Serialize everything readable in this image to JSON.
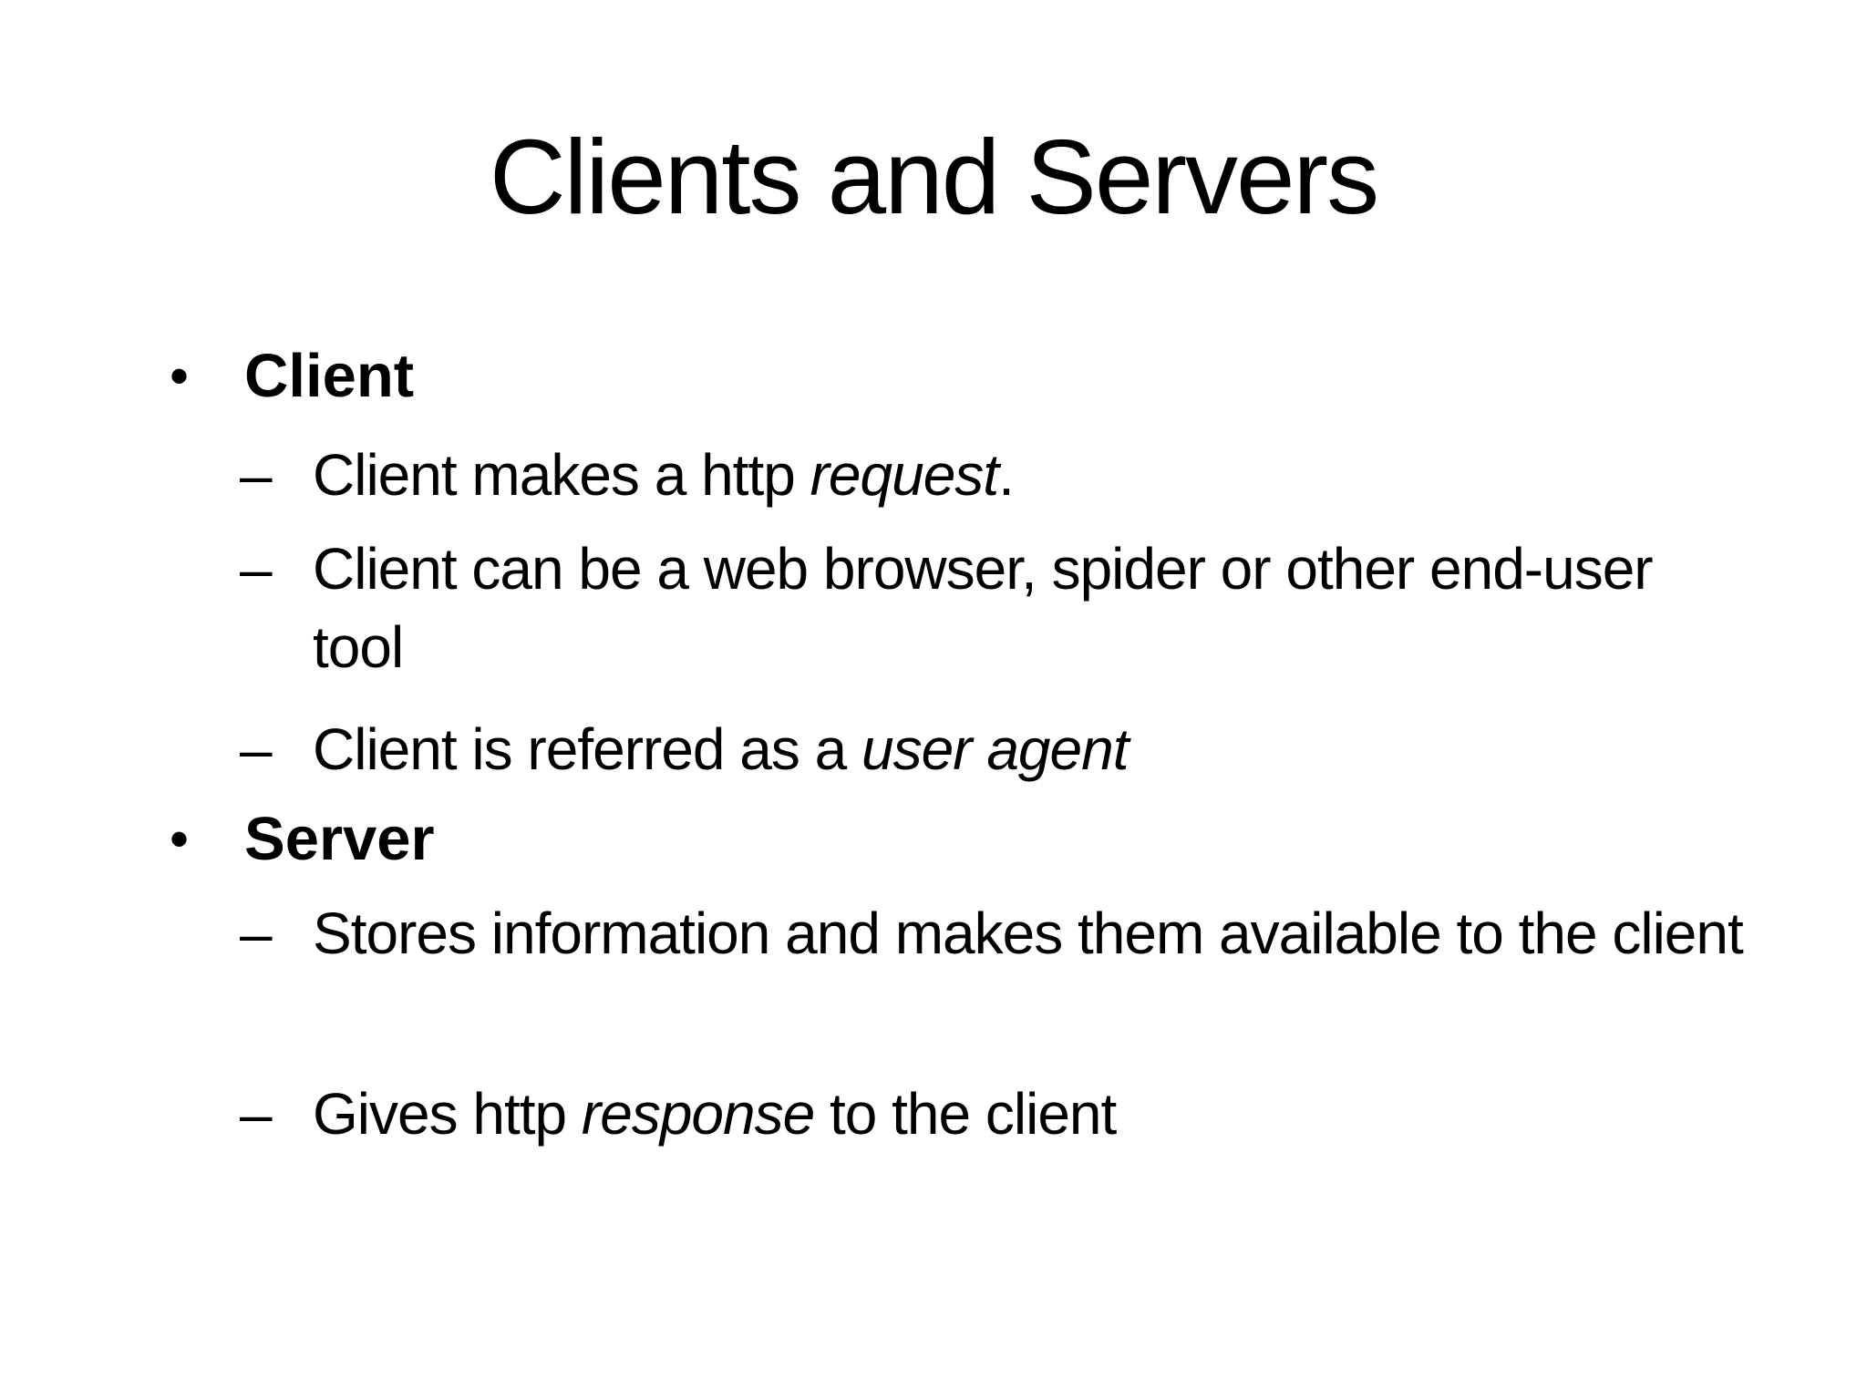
{
  "slide": {
    "title": "Clients and Servers",
    "list": [
      {
        "glyph": "•",
        "label": "Client",
        "children": [
          {
            "glyph": "–",
            "pre": "Client makes a http ",
            "em": "request",
            "post": "."
          },
          {
            "glyph": "–",
            "pre": "Client can be a web browser, spider or other end-user tool",
            "em": "",
            "post": ""
          },
          {
            "glyph": "–",
            "pre": "Client is referred as a ",
            "em": "user agent",
            "post": ""
          }
        ]
      },
      {
        "glyph": "•",
        "label": "Server",
        "children": [
          {
            "glyph": "–",
            "pre": "Stores information and makes them available to the client",
            "em": "",
            "post": ""
          },
          {
            "glyph": "–",
            "pre": "Gives http ",
            "em": "response",
            "post": " to the client"
          }
        ]
      }
    ]
  }
}
